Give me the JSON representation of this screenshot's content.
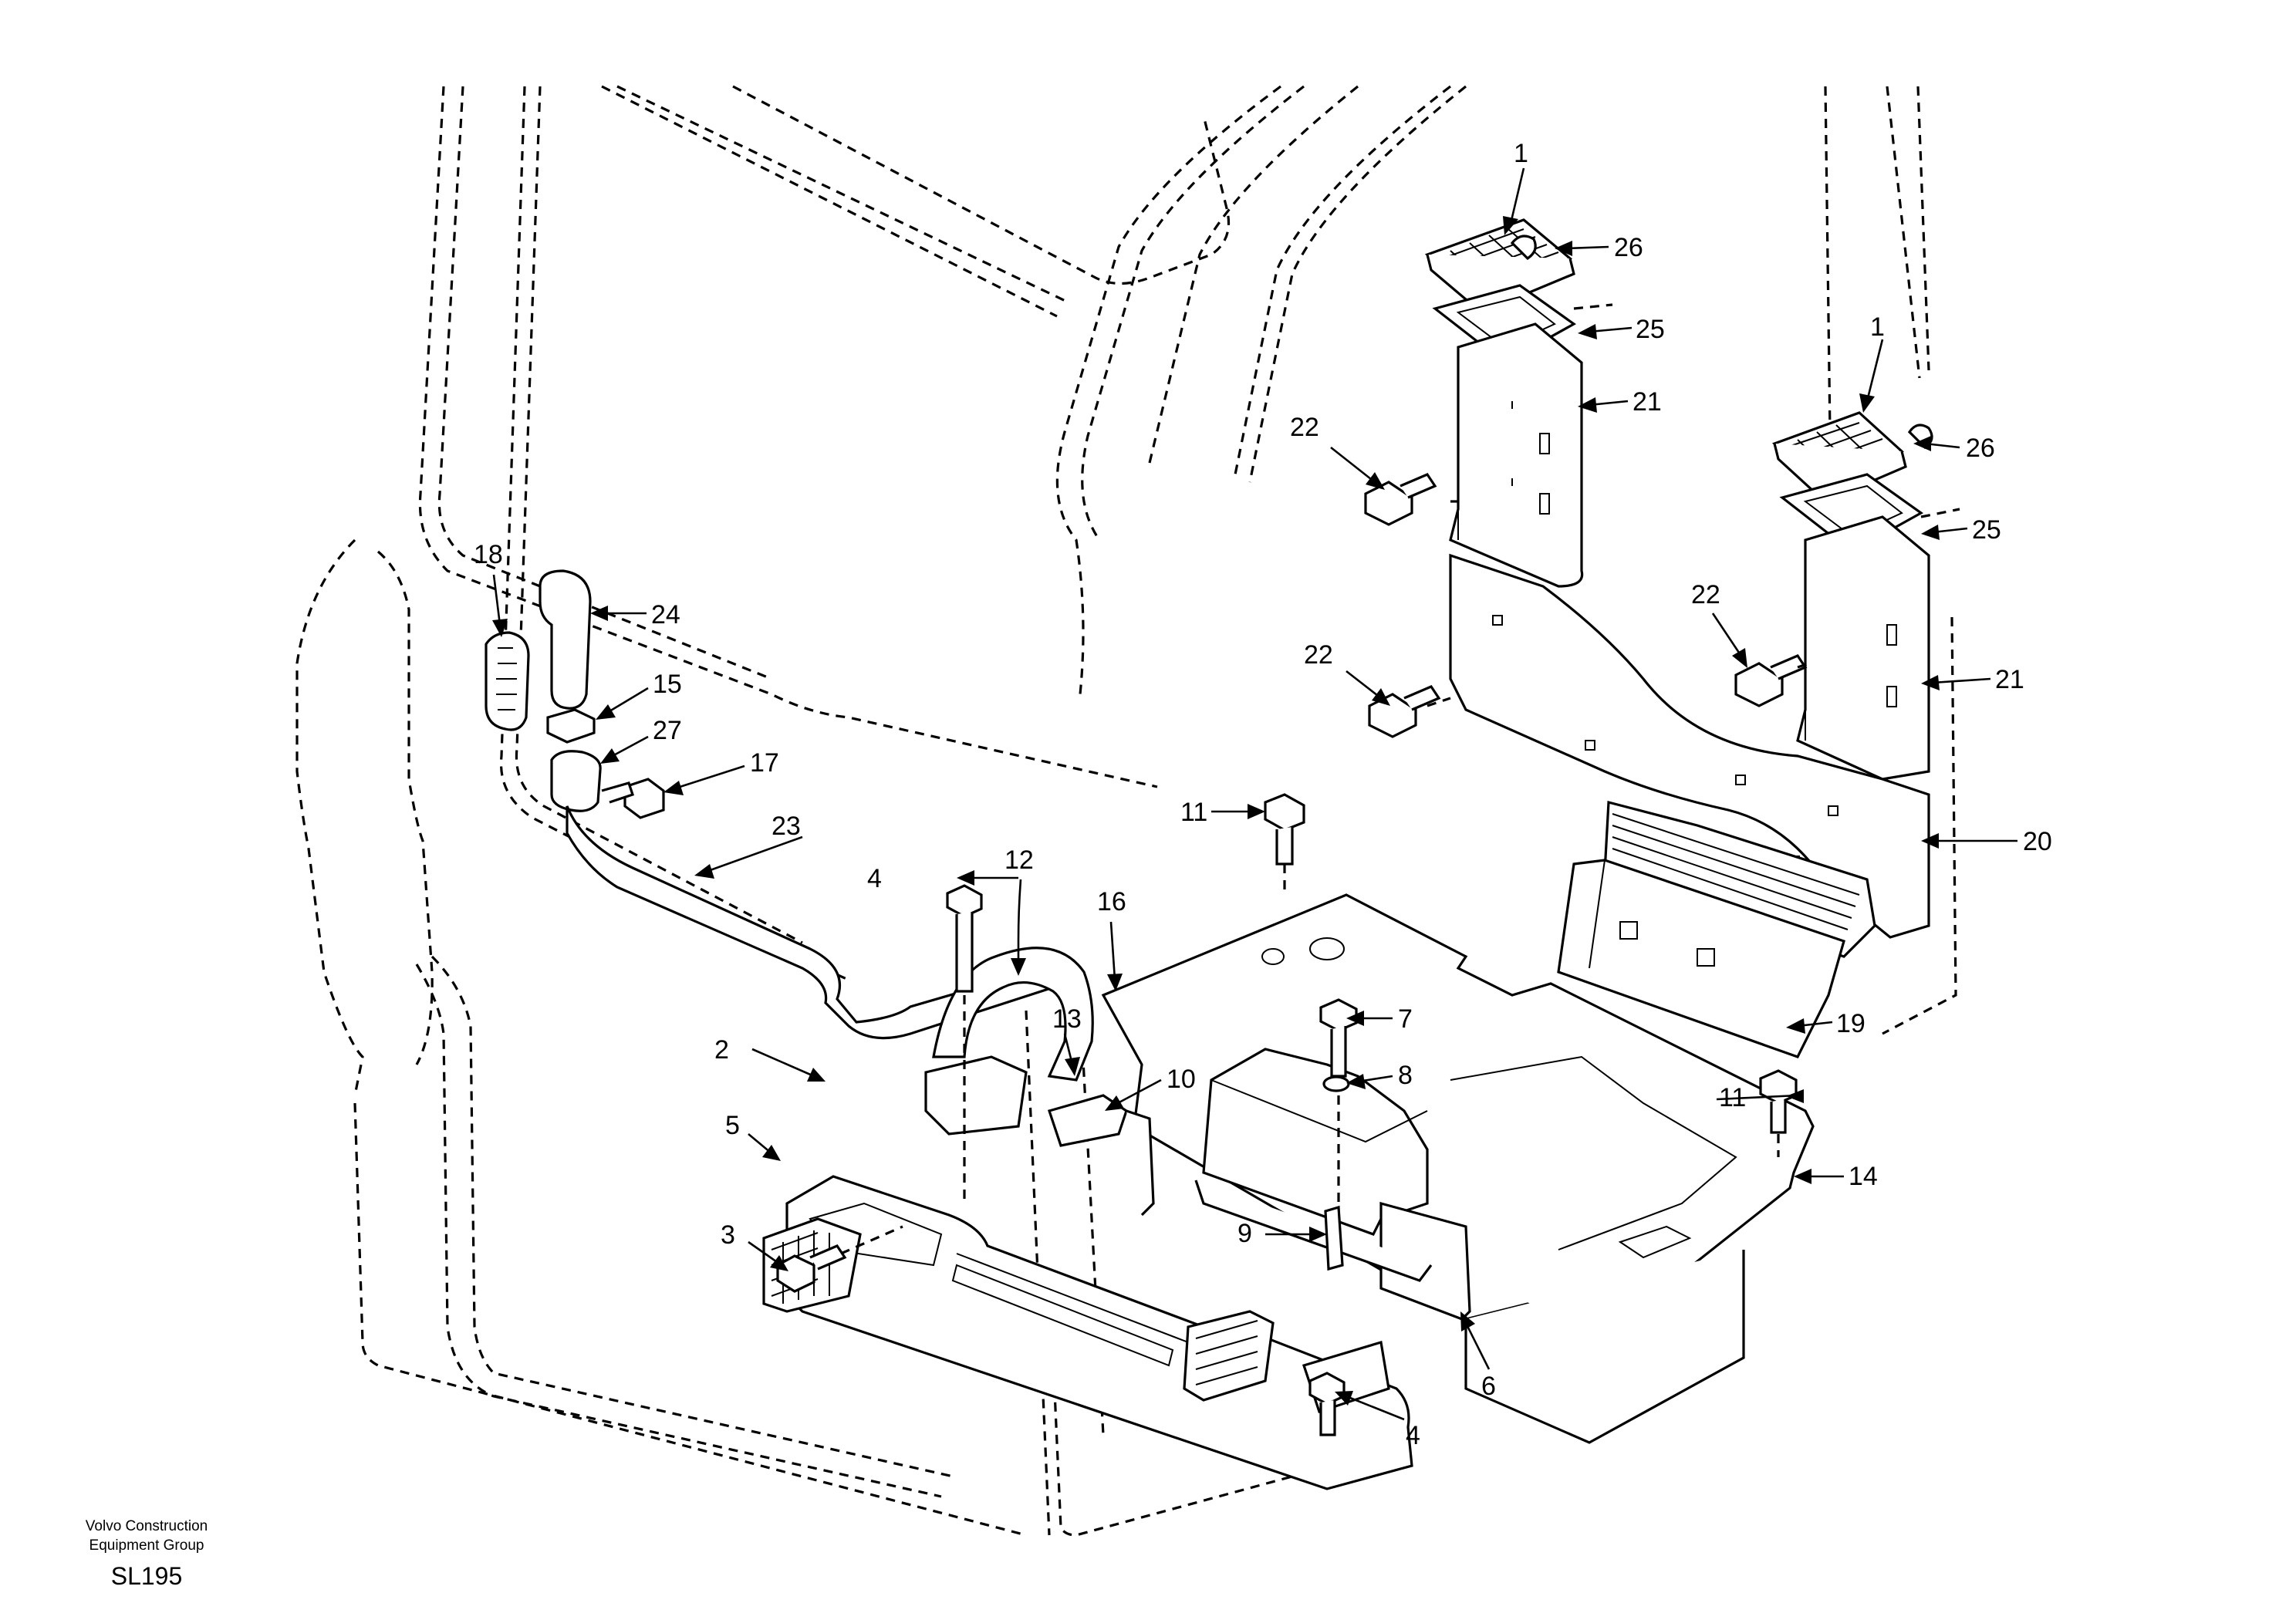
{
  "diagram": {
    "credit_line1": "Volvo Construction",
    "credit_line2": "Equipment Group",
    "code": "SL195",
    "callouts": [
      {
        "id": "c1a",
        "label": "1"
      },
      {
        "id": "c26a",
        "label": "26"
      },
      {
        "id": "c25a",
        "label": "25"
      },
      {
        "id": "c21a",
        "label": "21"
      },
      {
        "id": "c22a",
        "label": "22"
      },
      {
        "id": "c1b",
        "label": "1"
      },
      {
        "id": "c26b",
        "label": "26"
      },
      {
        "id": "c25b",
        "label": "25"
      },
      {
        "id": "c22b",
        "label": "22"
      },
      {
        "id": "c21b",
        "label": "21"
      },
      {
        "id": "c22c",
        "label": "22"
      },
      {
        "id": "c18",
        "label": "18"
      },
      {
        "id": "c24",
        "label": "24"
      },
      {
        "id": "c15",
        "label": "15"
      },
      {
        "id": "c27",
        "label": "27"
      },
      {
        "id": "c17",
        "label": "17"
      },
      {
        "id": "c23",
        "label": "23"
      },
      {
        "id": "c11a",
        "label": "11"
      },
      {
        "id": "c20",
        "label": "20"
      },
      {
        "id": "c12",
        "label": "12"
      },
      {
        "id": "c16",
        "label": "16"
      },
      {
        "id": "c4a",
        "label": "4"
      },
      {
        "id": "c7",
        "label": "7"
      },
      {
        "id": "c19",
        "label": "19"
      },
      {
        "id": "c13",
        "label": "13"
      },
      {
        "id": "c2",
        "label": "2"
      },
      {
        "id": "c10",
        "label": "10"
      },
      {
        "id": "c8",
        "label": "8"
      },
      {
        "id": "c11b",
        "label": "11"
      },
      {
        "id": "c5",
        "label": "5"
      },
      {
        "id": "c14",
        "label": "14"
      },
      {
        "id": "c9",
        "label": "9"
      },
      {
        "id": "c3",
        "label": "3"
      },
      {
        "id": "c6",
        "label": "6"
      },
      {
        "id": "c4b",
        "label": "4"
      }
    ]
  }
}
